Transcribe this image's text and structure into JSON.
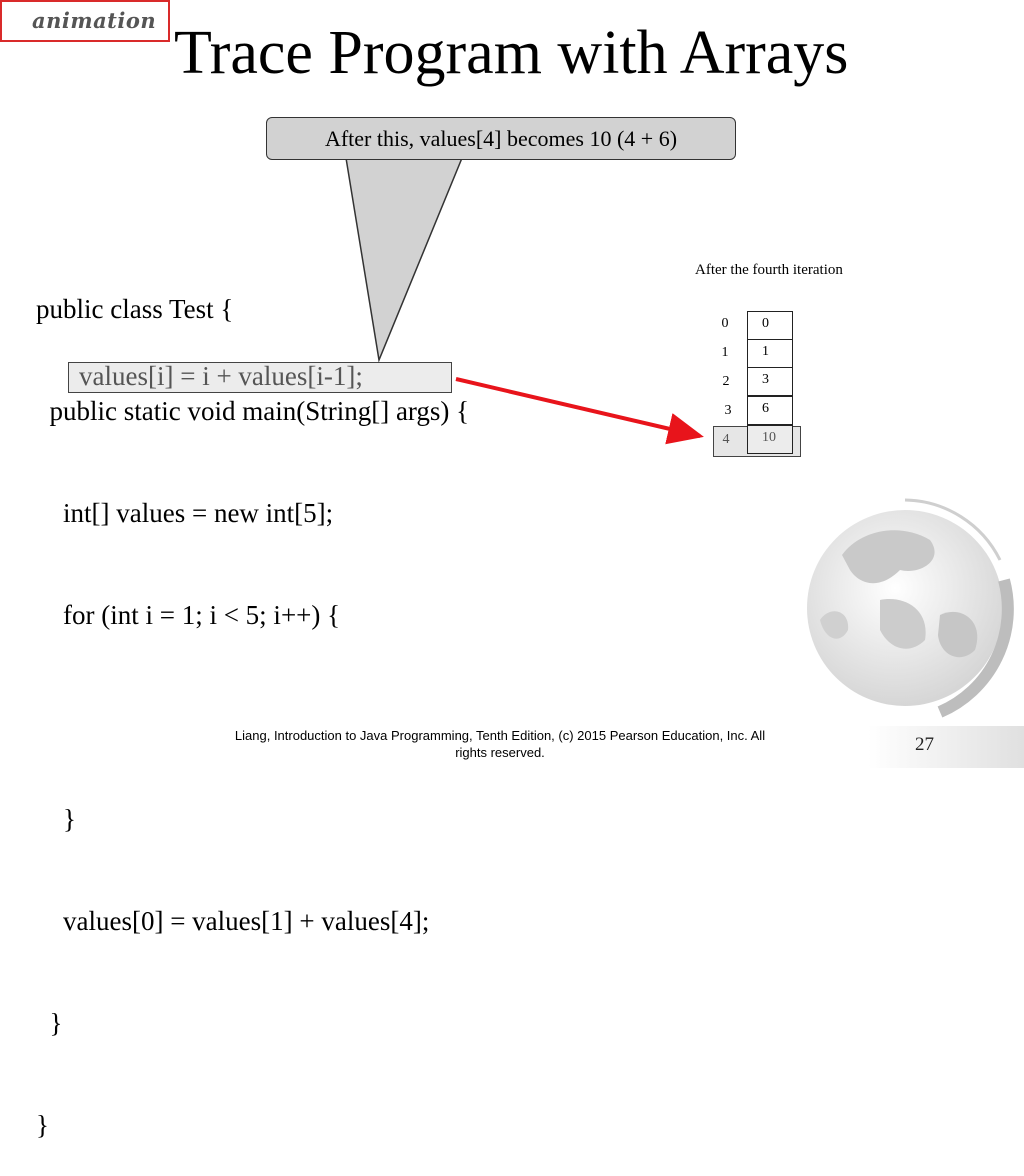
{
  "badge": {
    "label": "animation"
  },
  "slide": {
    "title": "Trace Program with Arrays",
    "callout": "After this, values[4] becomes 10 (4 + 6)"
  },
  "code": {
    "lines": [
      "public class Test {",
      "  public static void main(String[] args) {",
      "    int[] values = new int[5];",
      "    for (int i = 1; i < 5; i++) {",
      "",
      "    }",
      "    values[0] = values[1] + values[4];",
      "  }",
      "}"
    ],
    "highlighted": "values[i] = i + values[i-1];"
  },
  "array": {
    "caption": "After the fourth iteration",
    "indices": [
      "0",
      "1",
      "2",
      "3",
      "4"
    ],
    "values": [
      "0",
      "1",
      "3",
      "6",
      "10"
    ]
  },
  "footer": {
    "credit_line1": "Liang, Introduction to Java Programming, Tenth Edition, (c) 2015 Pearson Education, Inc. All",
    "credit_line2": "rights reserved.",
    "page_number": "27"
  },
  "colors": {
    "badge_border": "#d92a2a",
    "arrow": "#e8141b",
    "callout_fill": "#d2d2d2"
  }
}
